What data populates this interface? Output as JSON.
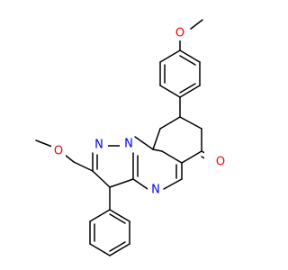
{
  "colors": {
    "bond": "#000000",
    "oxygen": "#ff0000",
    "nitrogen": "#0000ff",
    "background": "#ffffff"
  },
  "atoms": {
    "o_methoxy_aryl": "O",
    "o_methoxymethyl": "O",
    "o_ketone": "O",
    "n_pyrazole_n1": "N",
    "n_pyrazole_n2": "N",
    "n_pyrimidine": "N"
  }
}
